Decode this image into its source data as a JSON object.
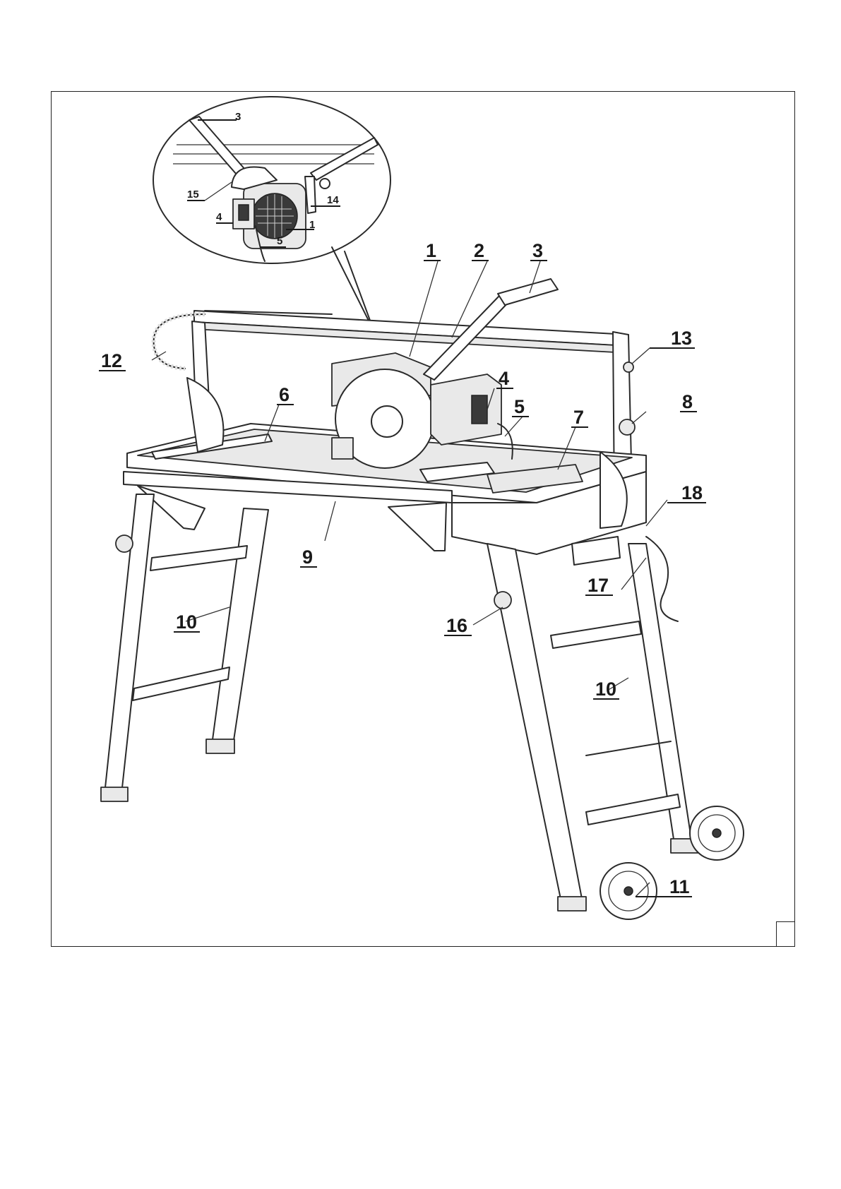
{
  "figure": {
    "callouts_main": [
      {
        "id": "c1",
        "text": "1"
      },
      {
        "id": "c2",
        "text": "2"
      },
      {
        "id": "c3",
        "text": "3"
      },
      {
        "id": "c4",
        "text": "4"
      },
      {
        "id": "c5",
        "text": "5"
      },
      {
        "id": "c6",
        "text": "6"
      },
      {
        "id": "c7",
        "text": "7"
      },
      {
        "id": "c8",
        "text": "8"
      },
      {
        "id": "c9",
        "text": "9"
      },
      {
        "id": "c10a",
        "text": "10"
      },
      {
        "id": "c10b",
        "text": "10"
      },
      {
        "id": "c11",
        "text": "11"
      },
      {
        "id": "c12",
        "text": "12"
      },
      {
        "id": "c13",
        "text": "13"
      },
      {
        "id": "c16",
        "text": "16"
      },
      {
        "id": "c17",
        "text": "17"
      },
      {
        "id": "c18",
        "text": "18"
      }
    ],
    "callouts_detail": [
      {
        "id": "d3",
        "text": "3"
      },
      {
        "id": "d15",
        "text": "15"
      },
      {
        "id": "d14",
        "text": "14"
      },
      {
        "id": "d4",
        "text": "4"
      },
      {
        "id": "d1",
        "text": "1"
      },
      {
        "id": "d5",
        "text": "5"
      }
    ]
  }
}
